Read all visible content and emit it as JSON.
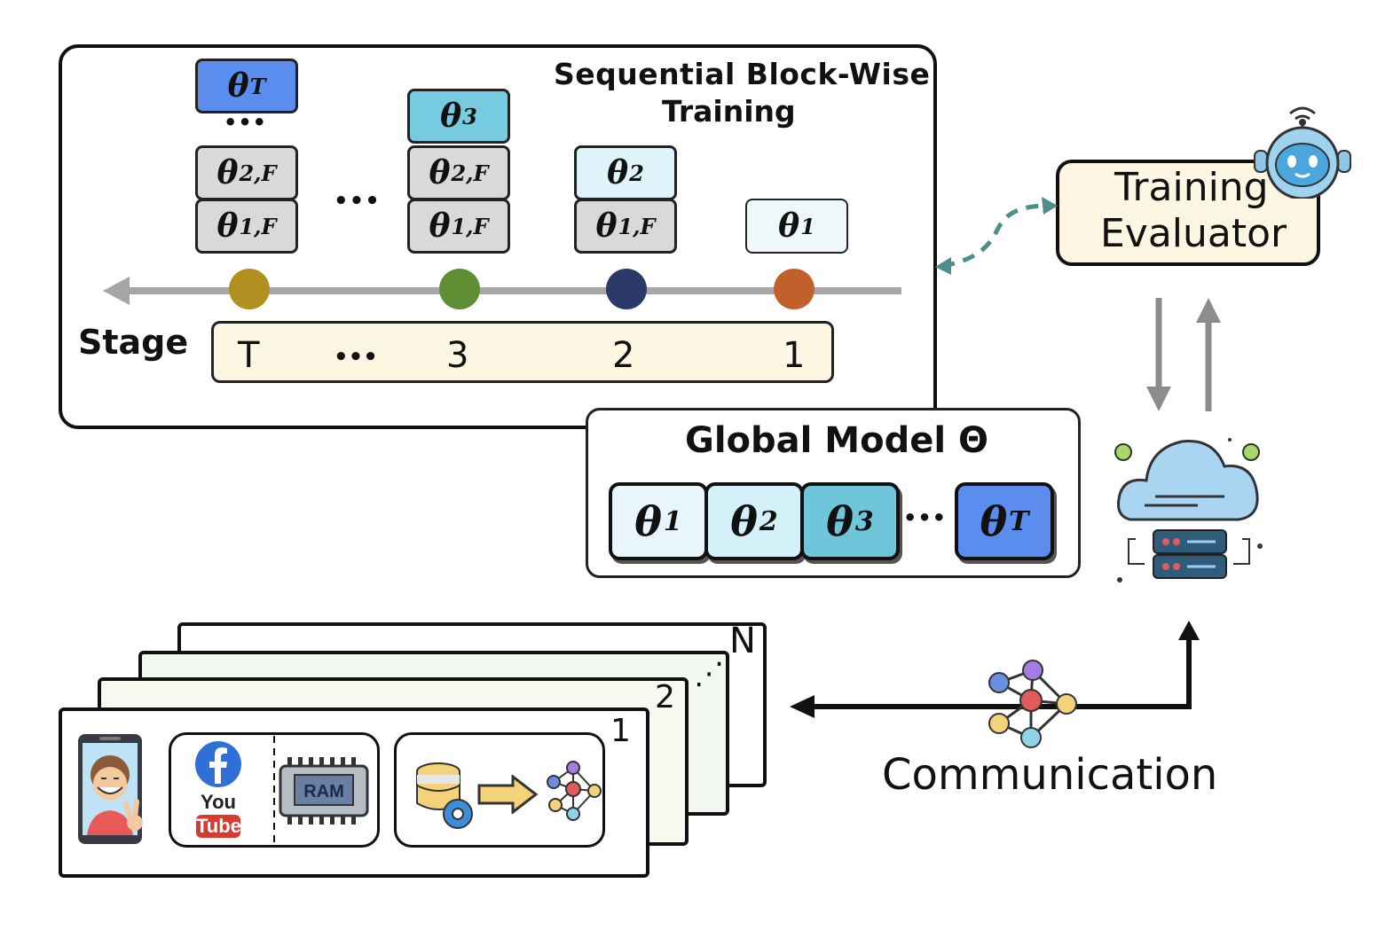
{
  "sbw_panel": {
    "title_line1": "Sequential Block-Wise",
    "title_line2": "Training",
    "stage_label": "Stage",
    "stages": [
      "T",
      "•••",
      "3",
      "2",
      "1"
    ],
    "ellipsis": "•••",
    "columns": [
      {
        "blocks": [
          {
            "base": "θ",
            "sub": "T",
            "color": "#5b8def"
          },
          {
            "base": "θ",
            "sub": "2,F",
            "color": "#d9d9d9"
          },
          {
            "base": "θ",
            "sub": "1,F",
            "color": "#d9d9d9"
          }
        ],
        "dot_color": "#b38f22"
      },
      {
        "blocks": [
          {
            "base": "θ",
            "sub": "3",
            "color": "#76cbe0"
          },
          {
            "base": "θ",
            "sub": "2,F",
            "color": "#d9d9d9"
          },
          {
            "base": "θ",
            "sub": "1,F",
            "color": "#d9d9d9"
          }
        ],
        "dot_color": "#5e8d34"
      },
      {
        "blocks": [
          {
            "base": "θ",
            "sub": "2",
            "color": "#dff4fa"
          },
          {
            "base": "θ",
            "sub": "1,F",
            "color": "#d9d9d9"
          }
        ],
        "dot_color": "#2b3a6b"
      },
      {
        "blocks": [
          {
            "base": "θ",
            "sub": "1",
            "color": "#eef8fb"
          }
        ],
        "dot_color": "#c1602a"
      }
    ]
  },
  "evaluator": {
    "line1": "Training",
    "line2": "Evaluator"
  },
  "global_model": {
    "title": "Global Model Θ",
    "blocks": [
      {
        "base": "θ",
        "sub": "1",
        "color": "#e8f6fb"
      },
      {
        "base": "θ",
        "sub": "2",
        "color": "#d4f0f8"
      },
      {
        "base": "θ",
        "sub": "3",
        "color": "#6fc6db"
      },
      {
        "base": "θ",
        "sub": "T",
        "color": "#5b8def"
      }
    ],
    "ellipsis": "•••"
  },
  "clients": {
    "labels": [
      "1",
      "2",
      "N"
    ],
    "ellipsis": "⋰"
  },
  "communication_label": "Communication",
  "icons": {
    "robot": "robot-icon",
    "cloud_server": "cloud-server-icon",
    "network": "neural-network-icon",
    "phone_user": "phone-user-icon",
    "facebook": "facebook-icon",
    "youtube": "youtube-icon",
    "ram": "ram-chip-icon",
    "database": "database-gear-icon"
  },
  "youtube": {
    "you": "You",
    "tube": "Tube"
  },
  "ram_text": "RAM"
}
